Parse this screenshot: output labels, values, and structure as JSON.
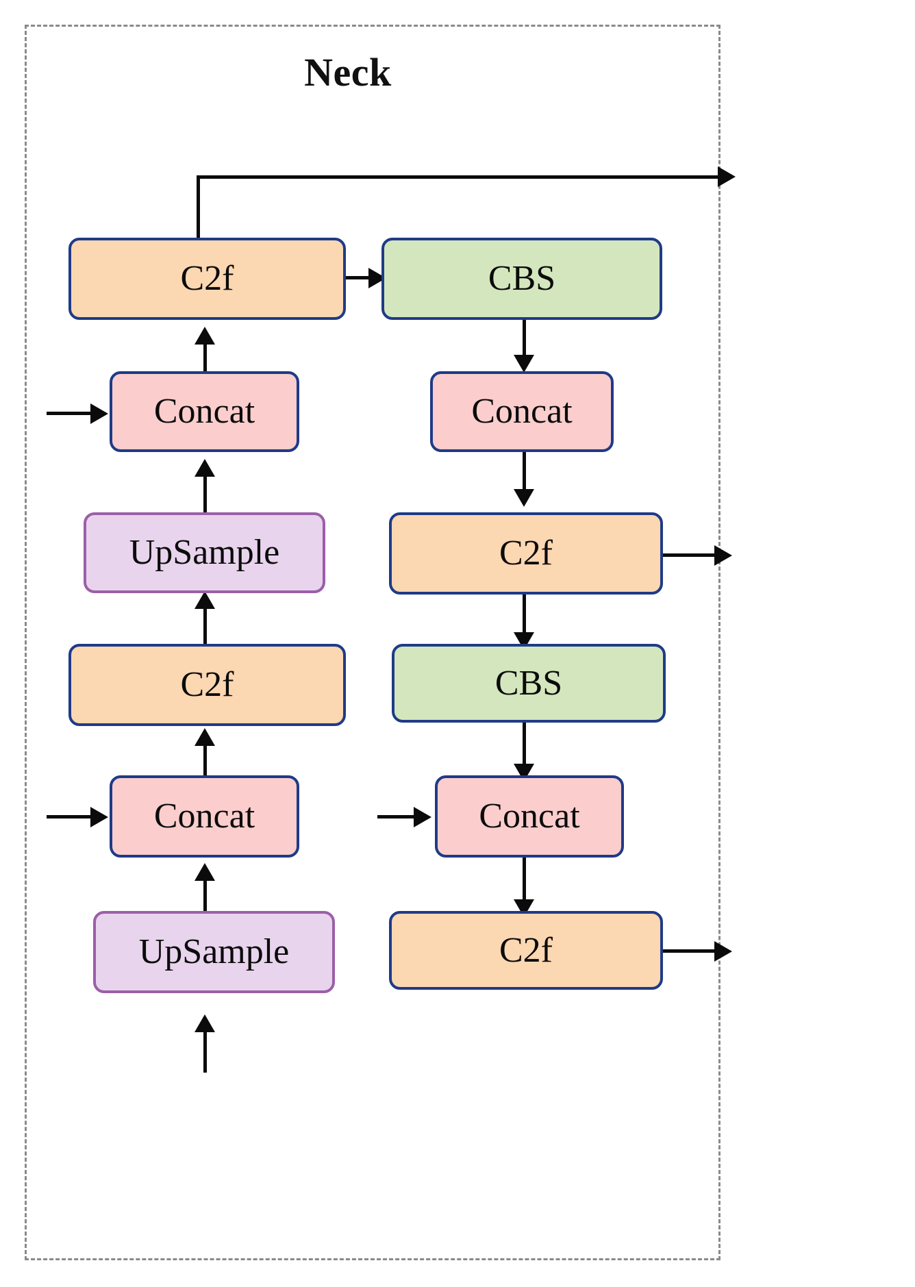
{
  "diagram": {
    "title": "Neck",
    "type": "neural-network-architecture-block-diagram",
    "colors": {
      "c2f_fill": "#fbd7b2",
      "cbs_fill": "#d4e6bd",
      "concat_fill": "#fbcdcd",
      "upsample_fill": "#e8d4ec",
      "node_border": "#1f3b87",
      "upsample_border": "#9b5fa8",
      "frame_border": "#8a8a8a",
      "arrow": "#0b0b0b",
      "background": "#ffffff"
    },
    "nodes": [
      {
        "id": "c2f_top_left",
        "label": "C2f",
        "column": "left",
        "row": 1
      },
      {
        "id": "cbs_top_right",
        "label": "CBS",
        "column": "right",
        "row": 1
      },
      {
        "id": "concat_left_1",
        "label": "Concat",
        "column": "left",
        "row": 2
      },
      {
        "id": "concat_right_1",
        "label": "Concat",
        "column": "right",
        "row": 2
      },
      {
        "id": "upsample_left_1",
        "label": "UpSample",
        "column": "left",
        "row": 3
      },
      {
        "id": "c2f_right_mid",
        "label": "C2f",
        "column": "right",
        "row": 3
      },
      {
        "id": "c2f_left_mid",
        "label": "C2f",
        "column": "left",
        "row": 4
      },
      {
        "id": "cbs_right_low",
        "label": "CBS",
        "column": "right",
        "row": 4
      },
      {
        "id": "concat_left_2",
        "label": "Concat",
        "column": "left",
        "row": 5
      },
      {
        "id": "concat_right_2",
        "label": "Concat",
        "column": "right",
        "row": 5
      },
      {
        "id": "upsample_left_2",
        "label": "UpSample",
        "column": "left",
        "row": 6
      },
      {
        "id": "c2f_right_bottom",
        "label": "C2f",
        "column": "right",
        "row": 6
      }
    ],
    "edges": [
      {
        "from": "c2f_top_left",
        "to": "output_p5",
        "direction": "up-then-right"
      },
      {
        "from": "c2f_top_left",
        "to": "cbs_top_right",
        "direction": "right"
      },
      {
        "from": "concat_left_1",
        "to": "c2f_top_left",
        "direction": "up"
      },
      {
        "from": "external_input_1",
        "to": "concat_left_1",
        "direction": "right"
      },
      {
        "from": "upsample_left_1",
        "to": "concat_left_1",
        "direction": "up"
      },
      {
        "from": "c2f_left_mid",
        "to": "upsample_left_1",
        "direction": "up"
      },
      {
        "from": "concat_left_2",
        "to": "c2f_left_mid",
        "direction": "up"
      },
      {
        "from": "external_input_2",
        "to": "concat_left_2",
        "direction": "right"
      },
      {
        "from": "upsample_left_2",
        "to": "concat_left_2",
        "direction": "up"
      },
      {
        "from": "external_input_3",
        "to": "upsample_left_2",
        "direction": "up"
      },
      {
        "from": "cbs_top_right",
        "to": "concat_right_1",
        "direction": "down"
      },
      {
        "from": "concat_right_1",
        "to": "c2f_right_mid",
        "direction": "down"
      },
      {
        "from": "c2f_right_mid",
        "to": "output_p4",
        "direction": "right"
      },
      {
        "from": "c2f_right_mid",
        "to": "cbs_right_low",
        "direction": "down"
      },
      {
        "from": "cbs_right_low",
        "to": "concat_right_2",
        "direction": "down"
      },
      {
        "from": "external_input_4",
        "to": "concat_right_2",
        "direction": "right"
      },
      {
        "from": "concat_right_2",
        "to": "c2f_right_bottom",
        "direction": "down"
      },
      {
        "from": "c2f_right_bottom",
        "to": "output_p3",
        "direction": "right"
      }
    ]
  }
}
